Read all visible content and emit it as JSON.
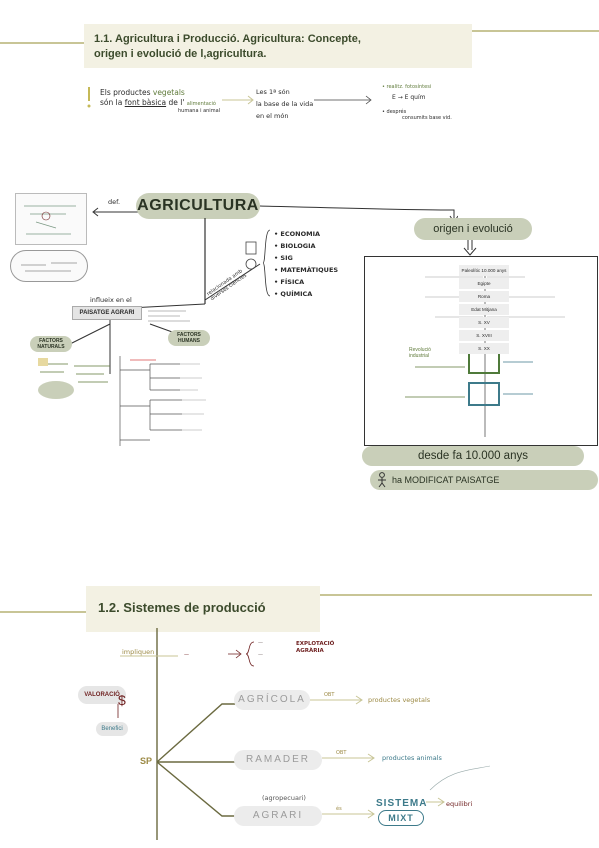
{
  "section1": {
    "title_line1": "1.1. Agricultura i Producció. Agricultura: Concepte,",
    "title_line2": "origen i evolució de l,agricultura.",
    "note_prefix": "Els productes",
    "note_vegetals": "vegetals",
    "note_son": "són la",
    "note_font": "font bàsica",
    "note_de": "de l'",
    "note_alimentacio": "alimentació",
    "note_humana": "humana i animal",
    "note_base_1": "Les 1ª són",
    "note_base_2": "la base de la vida",
    "note_base_3": "en el món",
    "note_right_1": "• realitz. fotosíntesi",
    "note_right_2": "E → E quím",
    "note_right_3": "• després",
    "note_right_4": "consumits base vid."
  },
  "mindmap": {
    "center": "AGRICULTURA",
    "def_label": "def.",
    "origin_label": "origen i evolució",
    "influeix": "influeix en el",
    "paisatge": "PAISATGE AGRARI",
    "factors_naturals": "FACTORS NATURALS",
    "factors_humans": "FACTORS HUMANS",
    "disciplines": [
      "ECONOMIA",
      "BIOLOGIA",
      "SIG",
      "MATEMÀTIQUES",
      "FÍSICA",
      "QUÍMICA"
    ],
    "relation_note": "relacionada amb diverses ciències",
    "timeline_box": [
      "Paleolític 10.000 anys",
      "Egipte",
      "Roma",
      "Edat Mitjana",
      "S. XV",
      "S. XVIII",
      "S. XX",
      "Revolució industrial"
    ],
    "desde": "desde fa 10.000 anys",
    "ha_modificat": "ha MODIFICAT PAISATGE"
  },
  "section2": {
    "title": "1.2. Sistemes de producció",
    "impliquen": "impliquen",
    "explotacio": "EXPLOTACIÓ AGRÀRIA",
    "valoracio": "VALORACIÓ",
    "benefici": "Benefici",
    "sp": "SP",
    "agricola": "AGRÍCOLA",
    "ramader": "RAMADER",
    "agrari": "AGRARI",
    "agropecuari": "(agropecuari)",
    "obt1": "OBT",
    "obt2": "OBT",
    "es": "és",
    "productes_vegetals": "productes vegetals",
    "productes_animals": "productes animals",
    "sistema": "SISTEMA",
    "mixt": "MIXT",
    "equilibri": "equilibri"
  },
  "colors": {
    "accent_line": "#c8c596",
    "title_bg": "#f3f1e3",
    "pill": "#c9cfb9",
    "maroon": "#6e1f1f",
    "olive": "#9c8a45"
  }
}
